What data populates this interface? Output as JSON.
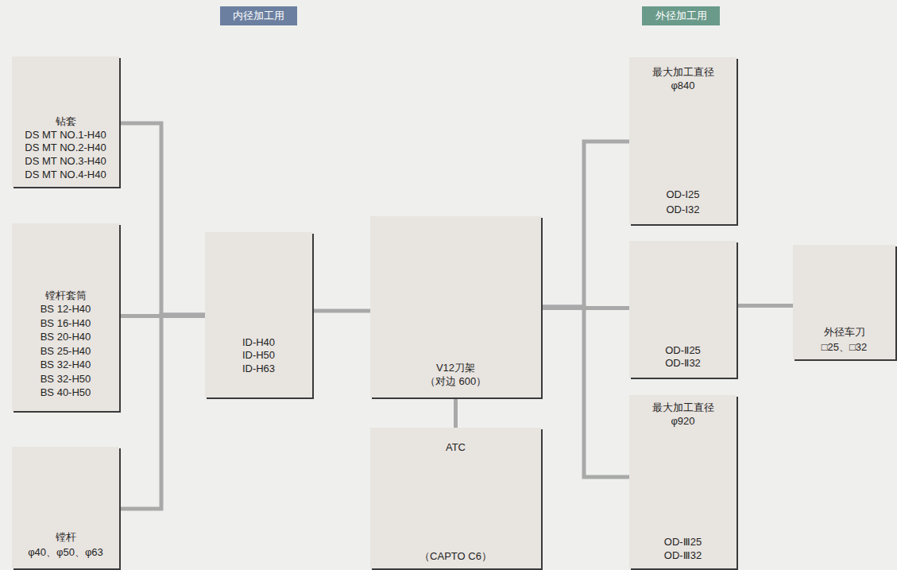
{
  "diagram": {
    "nodes": [
      {
        "text": [
          "内径加工用"
        ]
      },
      {
        "text": [
          "外径加工用"
        ]
      },
      {
        "text": [
          "钻套",
          "DS MT NO.1-H40",
          "DS MT NO.2-H40",
          "DS MT NO.3-H40",
          "DS MT NO.4-H40"
        ]
      },
      {
        "text": [
          "镗杆套筒",
          "BS 12-H40",
          "BS 16-H40",
          "BS 20-H40",
          "BS 25-H40",
          "BS 32-H40",
          "BS 32-H50",
          "BS 40-H50"
        ]
      },
      {
        "text": [
          "镗杆",
          "φ40、φ50、φ63"
        ]
      },
      {
        "text": [
          "ID-H40",
          "ID-H50",
          "ID-H63"
        ]
      },
      {
        "text": [
          "V12刀架",
          "（对边 600）"
        ]
      },
      {
        "text": [
          "ATC",
          "（CAPTO C6）"
        ]
      },
      {
        "text": [
          "最大加工直径",
          "φ840",
          "OD-Ⅰ25",
          "OD-Ⅰ32"
        ]
      },
      {
        "text": [
          "OD-Ⅱ25",
          "OD-Ⅱ32"
        ]
      },
      {
        "text": [
          "最大加工直径",
          "φ920",
          "OD-Ⅲ25",
          "OD-Ⅲ32"
        ]
      },
      {
        "text": [
          "外径车刀",
          "□25、□32"
        ]
      }
    ],
    "edges": [
      {
        "from": 2,
        "to": 5,
        "arrow": "none"
      },
      {
        "from": 3,
        "to": 5,
        "arrow": "none"
      },
      {
        "from": 4,
        "to": 5,
        "arrow": "none"
      },
      {
        "from": 5,
        "to": 6,
        "arrow": "none"
      },
      {
        "from": 6,
        "to": 7,
        "arrow": "none"
      },
      {
        "from": 6,
        "to": 8,
        "arrow": "none"
      },
      {
        "from": 6,
        "to": 9,
        "arrow": "none"
      },
      {
        "from": 6,
        "to": 10,
        "arrow": "none"
      },
      {
        "from": 9,
        "to": 11,
        "arrow": "none"
      }
    ]
  }
}
